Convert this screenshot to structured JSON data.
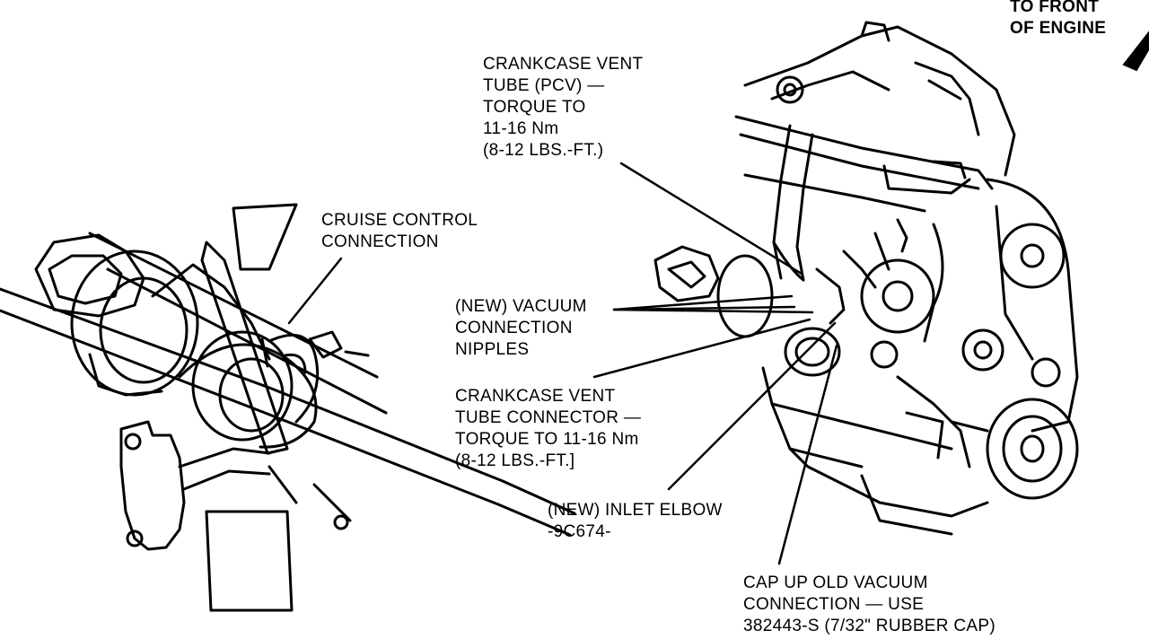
{
  "colors": {
    "ink": "#000000",
    "paper": "#ffffff"
  },
  "labels": {
    "front": [
      "TO FRONT",
      "OF ENGINE"
    ],
    "pcv": [
      "CRANKCASE VENT",
      "TUBE (PCV) —",
      "TORQUE TO",
      "11-16 Nm",
      "(8-12 LBS.-FT.)"
    ],
    "cruise": [
      "CRUISE CONTROL",
      "CONNECTION"
    ],
    "vacuum": [
      "(NEW) VACUUM",
      "CONNECTION",
      "NIPPLES"
    ],
    "connector": [
      "CRANKCASE VENT",
      "TUBE CONNECTOR —",
      "TORQUE TO 11-16 Nm",
      "(8-12 LBS.-FT.]"
    ],
    "elbow": [
      "(NEW) INLET ELBOW",
      "-9C674-"
    ],
    "cap": [
      "CAP UP OLD VACUUM",
      "CONNECTION — USE",
      "382443-S (7/32\" RUBBER CAP)"
    ]
  },
  "icons": {
    "direction": "arrow-icon"
  }
}
